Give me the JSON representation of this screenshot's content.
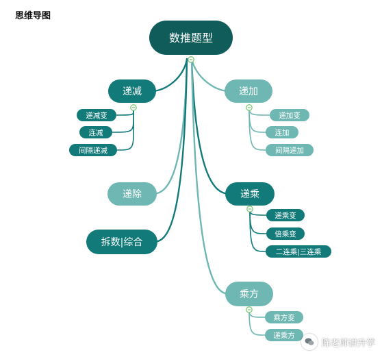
{
  "title": "思维导图",
  "colors": {
    "root": "#0f5c5a",
    "dark": "#137a7a",
    "light": "#6fb7b2",
    "collapse": "#7cc576"
  },
  "root": {
    "label": "数推题型"
  },
  "branches": [
    {
      "id": "dijian",
      "label": "递减",
      "children": [
        "递减变",
        "连减",
        "间隔递减"
      ]
    },
    {
      "id": "dijia",
      "label": "递加",
      "children": [
        "递加变",
        "连加",
        "间隔递加"
      ]
    },
    {
      "id": "dichu",
      "label": "递除",
      "children": []
    },
    {
      "id": "dicheng",
      "label": "递乘",
      "children": [
        "递乘变",
        "倍乘变",
        "二连乘|三连乘"
      ]
    },
    {
      "id": "chaishu",
      "label": "拆数|综合",
      "children": []
    },
    {
      "id": "chengfang",
      "label": "乘方",
      "children": [
        "乘方变",
        "递乘方"
      ]
    }
  ],
  "watermark": "陈老师讲升学"
}
